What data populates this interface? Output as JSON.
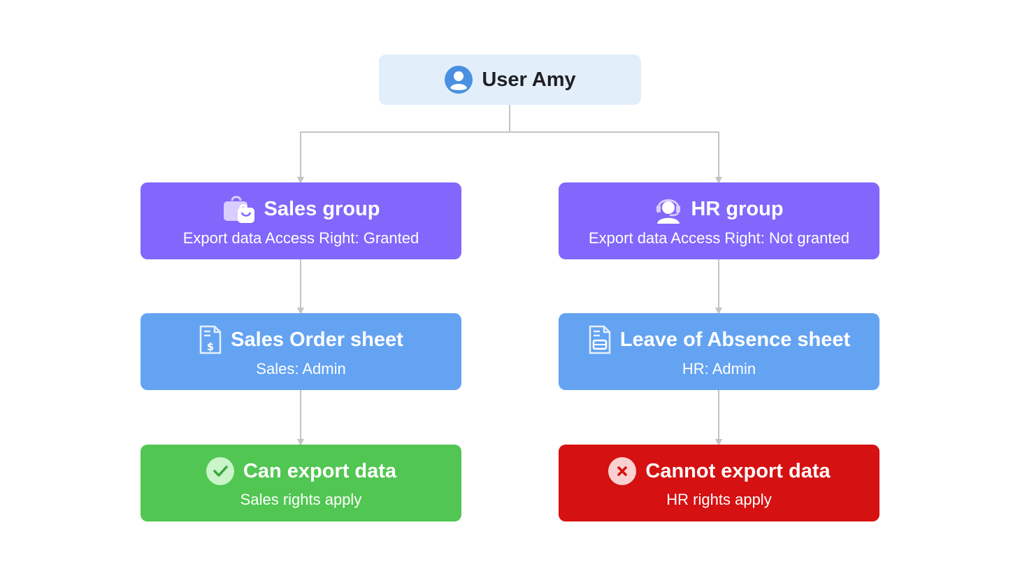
{
  "root": {
    "title": "User Amy",
    "icon": "user-icon"
  },
  "groups": [
    {
      "title": "Sales group",
      "subtitle": "Export data Access Right: Granted",
      "icon": "shopping-bag-icon"
    },
    {
      "title": "HR group",
      "subtitle": "Export data Access Right: Not granted",
      "icon": "headset-user-icon"
    }
  ],
  "sheets": [
    {
      "title": "Sales Order sheet",
      "subtitle": "Sales: Admin",
      "icon": "invoice-dollar-icon"
    },
    {
      "title": "Leave of Absence sheet",
      "subtitle": "HR: Admin",
      "icon": "document-form-icon"
    }
  ],
  "results": [
    {
      "title": "Can export data",
      "subtitle": "Sales rights apply",
      "icon": "check-circle-icon",
      "color": "#51c652"
    },
    {
      "title": "Cannot export data",
      "subtitle": "HR rights apply",
      "icon": "x-circle-icon",
      "color": "#d51111"
    }
  ],
  "colors": {
    "root_bg": "#e2effa",
    "group_bg": "#8167fb",
    "sheet_bg": "#64a3f2",
    "connector": "#c4c4c4",
    "user_icon": "#4a90e2"
  }
}
